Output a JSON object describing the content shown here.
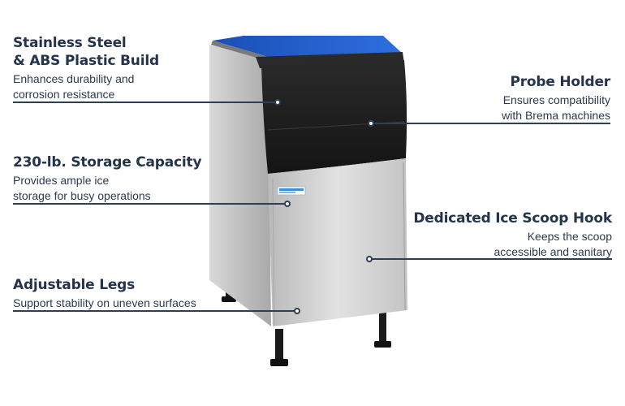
{
  "callouts": [
    {
      "title_lines": [
        "Stainless Steel",
        "& ABS Plastic Build"
      ],
      "desc_lines": [
        "Enhances durability and",
        "corrosion resistance"
      ]
    },
    {
      "title_lines": [
        "230-lb. Storage Capacity"
      ],
      "desc_lines": [
        "Provides ample ice",
        "storage for busy operations"
      ]
    },
    {
      "title_lines": [
        "Adjustable Legs"
      ],
      "desc_lines": [
        "Support stability on uneven surfaces"
      ]
    },
    {
      "title_lines": [
        "Probe Holder"
      ],
      "desc_lines": [
        "Ensures compatibility",
        "with Brema machines"
      ]
    },
    {
      "title_lines": [
        "Dedicated Ice Scoop Hook"
      ],
      "desc_lines": [
        "Keeps the scoop",
        "accessible and sanitary"
      ]
    }
  ],
  "colors": {
    "accent": "#2f3e52",
    "title": "#24344a",
    "steel": "#c9c9c9",
    "black_panel": "#1c1c1c",
    "blue_interior": "#1f5fc9"
  }
}
